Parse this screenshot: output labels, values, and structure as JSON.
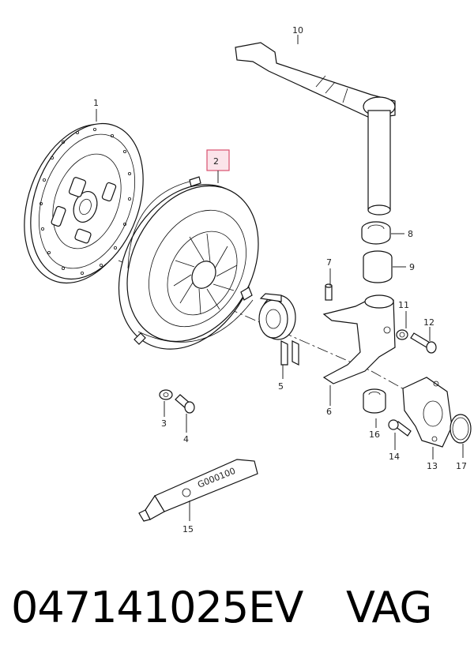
{
  "callouts": {
    "c1": "1",
    "c2": "2",
    "c3": "3",
    "c4": "4",
    "c5": "5",
    "c6": "6",
    "c7": "7",
    "c8": "8",
    "c9": "9",
    "c10": "10",
    "c11": "11",
    "c12": "12",
    "c13": "13",
    "c14": "14",
    "c15": "15",
    "c16": "16",
    "c17": "17"
  },
  "highlighted_callout": "2",
  "tube_text": "G000100",
  "footer": {
    "part_number": "047141025EV",
    "brand": "VAG"
  },
  "colors": {
    "highlight_border": "#d9506e",
    "highlight_fill": "#fbe4ea",
    "line": "#111111"
  }
}
